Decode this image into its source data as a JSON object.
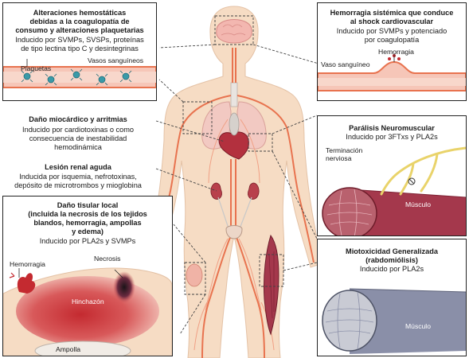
{
  "boxes": {
    "hemostatic": {
      "title_1": "Alteraciones hemostáticas",
      "title_2": "debidas a la coagulopatía de",
      "title_3": "consumo y alteraciones plaquetarias",
      "body_1": "Inducido por SVMPs, SVSPs, proteínas",
      "body_2": "de tipo lectina tipo C y desintegrinas",
      "label_vessels": "Vasos sanguíneos",
      "label_platelets": "Plaquetas"
    },
    "systemic": {
      "title_1": "Hemorragia sistémica que conduce",
      "title_2": "al shock cardiovascular",
      "body_1": "Inducido por SVMPs y potenciado",
      "body_2": "por coagulopatía",
      "label_hemorrhage": "Hemorragia",
      "label_vessel": "Vaso sanguíneo"
    },
    "cardiac": {
      "title_1": "Daño miocárdico y arritmias",
      "body_1": "Inducido por cardiotoxinas o como",
      "body_2": "consecuencia de inestabilidad",
      "body_3": "hemodinámica"
    },
    "renal": {
      "title_1": "Lesión renal aguda",
      "body_1": "Inducida por isquemia, nefrotoxinas,",
      "body_2": "depósito de microtrombos y mioglobina"
    },
    "local": {
      "title_1": "Daño tisular local",
      "title_2": "(incluida la necrosis de los tejidos",
      "title_3": "blandos, hemorragia, ampollas",
      "title_4": "y edema)",
      "body_1": "Inducido por PLA2s y SVMPs",
      "label_hemorrhage": "Hemorragia",
      "label_necrosis": "Necrosis",
      "label_swelling": "Hinchazón",
      "label_blister": "Ampolla"
    },
    "paralysis": {
      "title_1": "Parálisis Neuromuscular",
      "body_1": "Inducido por 3FTxs y PLA2s",
      "label_nerve_1": "Terminación",
      "label_nerve_2": "nerviosa",
      "label_muscle": "Músculo"
    },
    "myotoxicity": {
      "title_1": "Miotoxicidad Generalizada",
      "title_2": "(rabdomiólisis)",
      "body_1": "Inducido por PLA2s",
      "label_muscle": "Músculo"
    }
  },
  "colors": {
    "body_skin": "#f6dcc4",
    "vessel": "#e8734f",
    "muscle": "#a4384c",
    "swelling": "#c42a30",
    "platelet": "#3a9aa8"
  }
}
